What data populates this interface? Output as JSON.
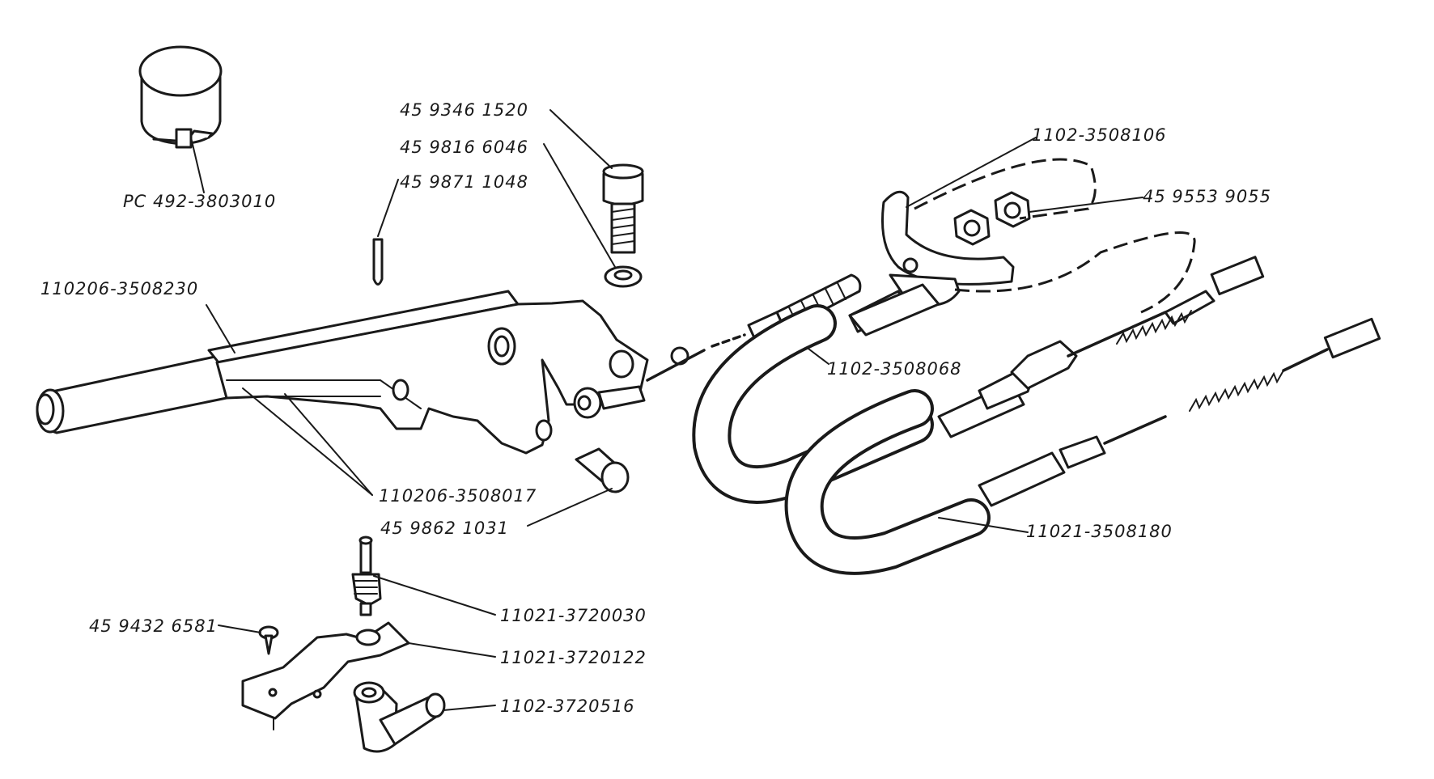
{
  "callouts": {
    "relay": "PC 492-3803010",
    "bolt": "45 9346 1520",
    "washer": "45 9816 6046",
    "cotter_pin": "45 9871 1048",
    "lever_handle": "110206-3508230",
    "lever_body": "110206-3508017",
    "pin": "45 9862 1031",
    "equalizer": "1102-3508106",
    "nuts": "45 9553 9055",
    "front_rod": "1102-3508068",
    "rear_cable": "11021-3508180",
    "switch": "11021-3720030",
    "screw": "45 9432 6581",
    "bracket": "11021-3720122",
    "boot": "1102-3720516"
  }
}
